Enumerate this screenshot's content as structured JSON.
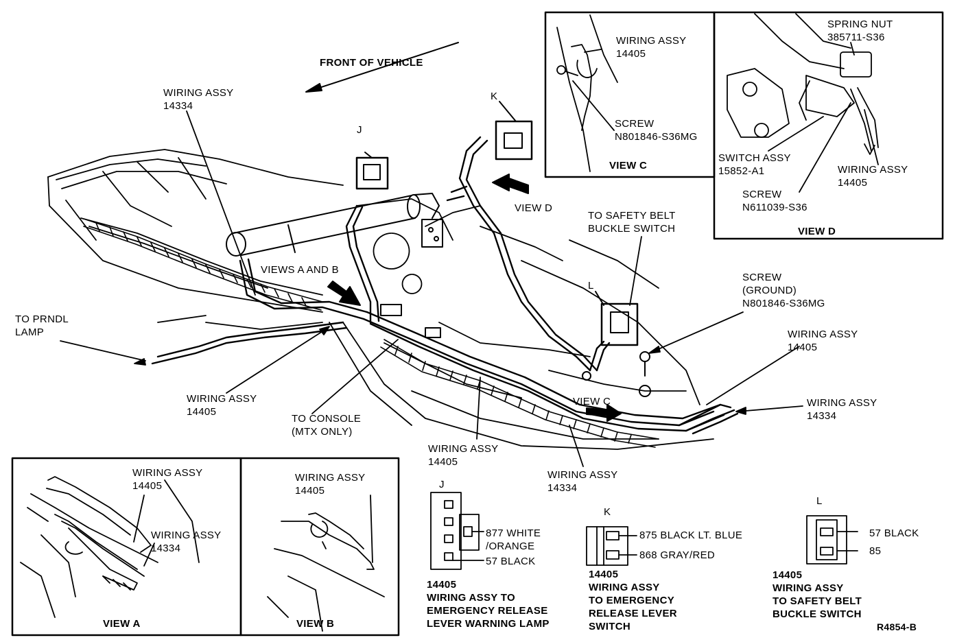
{
  "front": "FRONT OF VEHICLE",
  "main": {
    "wa14334_top": [
      "WIRING ASSY",
      "14334"
    ],
    "j": "J",
    "k": "K",
    "l": "L",
    "view_d_arrow": "VIEW D",
    "views_ab": "VIEWS A AND B",
    "to_prndl": [
      "TO PRNDL",
      "LAMP"
    ],
    "wa14405_left": [
      "WIRING ASSY",
      "14405"
    ],
    "to_console": [
      "TO CONSOLE",
      "(MTX ONLY)"
    ],
    "wa14405_mid": [
      "WIRING ASSY",
      "14405"
    ],
    "wa14334_bottom": [
      "WIRING ASSY",
      "14334"
    ],
    "view_c_arrow": "VIEW C",
    "safety_belt": [
      "TO SAFETY BELT",
      "BUCKLE SWITCH"
    ],
    "screw_ground": [
      "SCREW",
      "(GROUND)",
      "N801846-S36MG"
    ],
    "wa14405_right": [
      "WIRING ASSY",
      "14405"
    ],
    "wa14334_right": [
      "WIRING ASSY",
      "14334"
    ]
  },
  "view_c": {
    "wiring": [
      "WIRING ASSY",
      "14405"
    ],
    "screw": [
      "SCREW",
      "N801846-S36MG"
    ],
    "title": "VIEW C"
  },
  "view_d": {
    "spring_nut": [
      "SPRING NUT",
      "385711-S36"
    ],
    "switch": [
      "SWITCH ASSY",
      "15852-A1"
    ],
    "wiring": [
      "WIRING ASSY",
      "14405"
    ],
    "screw": [
      "SCREW",
      "N611039-S36"
    ],
    "title": "VIEW D"
  },
  "view_a": {
    "wa14405": [
      "WIRING ASSY",
      "14405"
    ],
    "wa14334": [
      "WIRING ASSY",
      "14334"
    ],
    "title": "VIEW A"
  },
  "view_b": {
    "wa14405": [
      "WIRING ASSY",
      "14405"
    ],
    "title": "VIEW B"
  },
  "conn_j": {
    "letter": "J",
    "wire1": "877 WHITE",
    "wire1b": "/ORANGE",
    "wire2": "57 BLACK",
    "caption": [
      "14405",
      "WIRING ASSY TO",
      "EMERGENCY RELEASE",
      "LEVER WARNING LAMP"
    ]
  },
  "conn_k": {
    "letter": "K",
    "wire1": "875 BLACK LT. BLUE",
    "wire2": "868 GRAY/RED",
    "caption": [
      "14405",
      "WIRING ASSY",
      "TO EMERGENCY",
      "RELEASE LEVER",
      "SWITCH"
    ]
  },
  "conn_l": {
    "letter": "L",
    "wire1": "57 BLACK",
    "wire2": "85",
    "caption": [
      "14405",
      "WIRING ASSY",
      "TO SAFETY BELT",
      "BUCKLE SWITCH"
    ]
  },
  "ref": "R4854-B"
}
